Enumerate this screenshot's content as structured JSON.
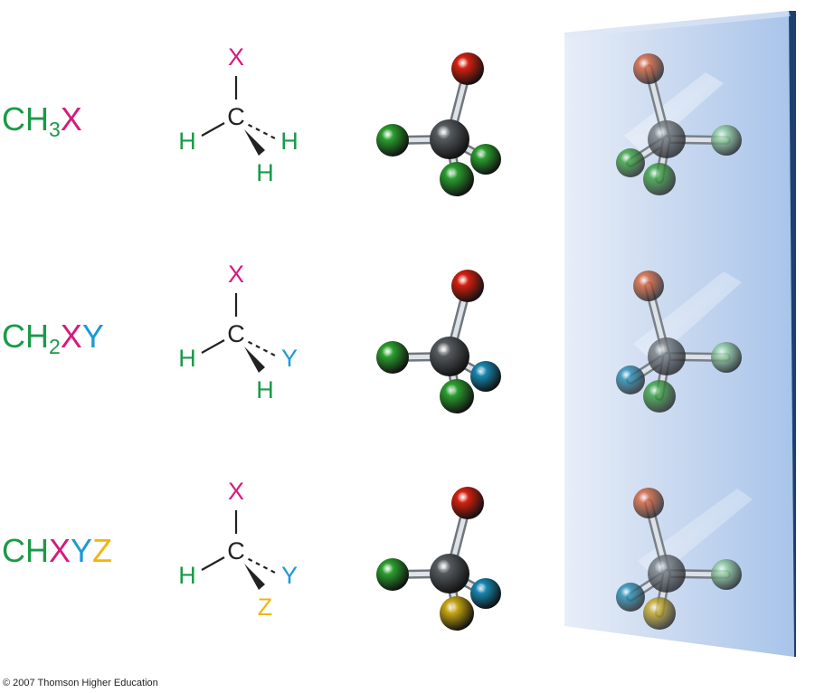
{
  "colors": {
    "hydrogen": "#1a9a48",
    "x": "#d7197c",
    "y": "#1c9ad6",
    "z": "#f3b40b",
    "bond": "#222222",
    "carbon_ball": "#555a5e",
    "x_ball": "#d42010",
    "h_ball": "#2b9e2e",
    "y_ball": "#1787b0",
    "z_ball": "#c6a613"
  },
  "rows": [
    {
      "formula": [
        {
          "t": "C",
          "c": "hydrogen"
        },
        {
          "t": "H",
          "c": "hydrogen"
        },
        {
          "t": "3",
          "c": "hydrogen",
          "sub": true
        },
        {
          "t": "X",
          "c": "x"
        }
      ],
      "structure": {
        "top": "X",
        "center": "C",
        "left": "H",
        "right": "H",
        "bottom": "H"
      },
      "structure_colors": {
        "top": "x",
        "left": "hydrogen",
        "right": "hydrogen",
        "bottom": "hydrogen"
      },
      "ball_colors": {
        "top": "x_ball",
        "left": "h_ball",
        "back": "h_ball",
        "front": "h_ball"
      }
    },
    {
      "formula": [
        {
          "t": "C",
          "c": "hydrogen"
        },
        {
          "t": "H",
          "c": "hydrogen"
        },
        {
          "t": "2",
          "c": "hydrogen",
          "sub": true
        },
        {
          "t": "X",
          "c": "x"
        },
        {
          "t": "Y",
          "c": "y"
        }
      ],
      "structure": {
        "top": "X",
        "center": "C",
        "left": "H",
        "right": "Y",
        "bottom": "H"
      },
      "structure_colors": {
        "top": "x",
        "left": "hydrogen",
        "right": "y",
        "bottom": "hydrogen"
      },
      "ball_colors": {
        "top": "x_ball",
        "left": "h_ball",
        "back": "y_ball",
        "front": "h_ball"
      }
    },
    {
      "formula": [
        {
          "t": "C",
          "c": "hydrogen"
        },
        {
          "t": "H",
          "c": "hydrogen"
        },
        {
          "t": "X",
          "c": "x"
        },
        {
          "t": "Y",
          "c": "y"
        },
        {
          "t": "Z",
          "c": "z"
        }
      ],
      "structure": {
        "top": "X",
        "center": "C",
        "left": "H",
        "right": "Y",
        "bottom": "Z"
      },
      "structure_colors": {
        "top": "x",
        "left": "hydrogen",
        "right": "y",
        "bottom": "z"
      },
      "ball_colors": {
        "top": "x_ball",
        "left": "h_ball",
        "back": "y_ball",
        "front": "z_ball"
      }
    }
  ],
  "credit": "© 2007 Thomson Higher Education"
}
